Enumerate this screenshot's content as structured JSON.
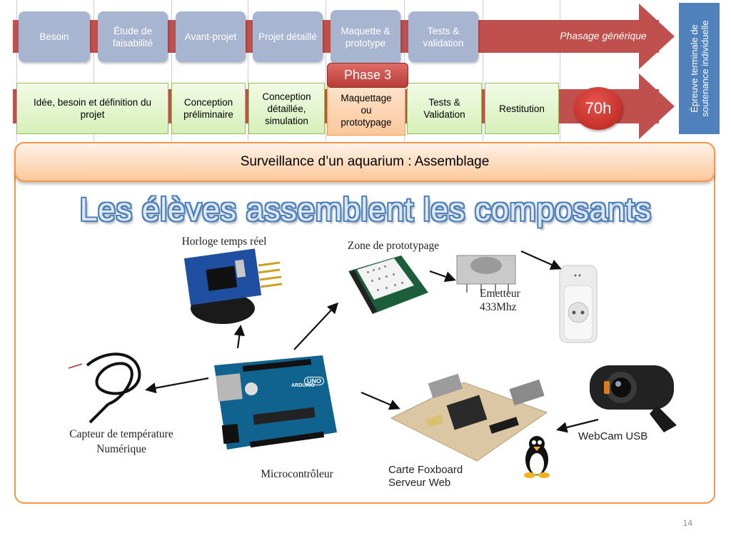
{
  "generic_phases": {
    "steps": [
      "Besoin",
      "Étude de faisabilité",
      "Avant-projet",
      "Projet détaillé",
      "Maquette & prototype",
      "Tests & validation"
    ],
    "label": "Phasage générique"
  },
  "actual_phases": {
    "steps": [
      "Idée, besoin et définition du projet",
      "Conception préliminaire",
      "Conception détaillée, simulation",
      "Maquettage ou prototypage",
      "Tests & Validation",
      "Restitution"
    ],
    "current_phase": "Phase 3",
    "duration": "70h"
  },
  "epreuve": "Épreuve terminale de soutenance  individuelle",
  "banner": "Surveillance d’un aquarium : Assemblage",
  "headline": "Les élèves assemblent les composants",
  "components": {
    "rtc": "Horloge temps réel",
    "proto_zone": "Zone de prototypage",
    "emitter": "Emetteur 433Mhz",
    "temp_sensor": "Capteur de température Numérique",
    "microcontroller": "Microcontrôleur",
    "foxboard": "Carte Foxboard Serveur  Web",
    "webcam": "WebCam USB",
    "board_text": "UNO",
    "board_brand": "ARDUINO"
  },
  "page_number": "14",
  "colors": {
    "arrow_red": "#c0504d",
    "generic_box": "#a7b5d1",
    "green_box": "#d6f0b9",
    "orange_accent": "#f79646",
    "epreuve_blue": "#4f81bd"
  }
}
